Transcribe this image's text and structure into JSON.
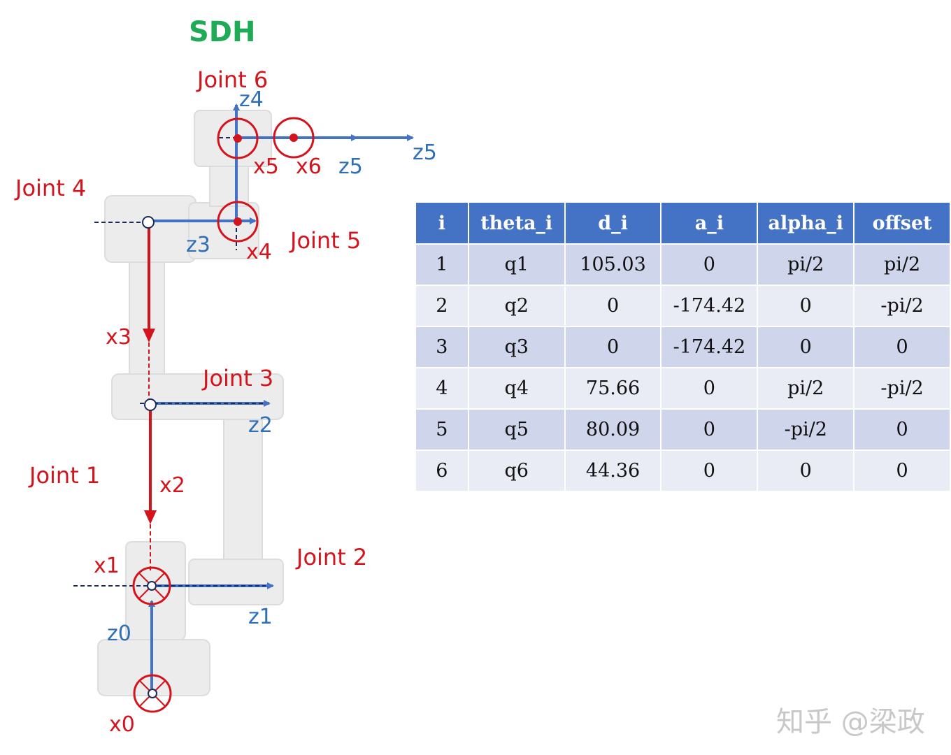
{
  "title": "SDH",
  "joint_labels": {
    "j1": "Joint 1",
    "j2": "Joint 2",
    "j3": "Joint 3",
    "j4": "Joint 4",
    "j5": "Joint 5",
    "j6": "Joint 6"
  },
  "axis_labels": {
    "x0": "x0",
    "x1": "x1",
    "x2": "x2",
    "x3": "x3",
    "x4": "x4",
    "x5": "x5",
    "x6": "x6",
    "z0": "z0",
    "z1": "z1",
    "z2": "z2",
    "z3": "z3",
    "z4": "z4",
    "z5a": "z5",
    "z5b": "z5"
  },
  "table": {
    "headers": [
      "i",
      "theta_i",
      "d_i",
      "a_i",
      "alpha_i",
      "offset"
    ],
    "rows": [
      [
        "1",
        "q1",
        "105.03",
        "0",
        "pi/2",
        "pi/2"
      ],
      [
        "2",
        "q2",
        "0",
        "-174.42",
        "0",
        "-pi/2"
      ],
      [
        "3",
        "q3",
        "0",
        "-174.42",
        "0",
        "0"
      ],
      [
        "4",
        "q4",
        "75.66",
        "0",
        "pi/2",
        "-pi/2"
      ],
      [
        "5",
        "q5",
        "80.09",
        "0",
        "-pi/2",
        "0"
      ],
      [
        "6",
        "q6",
        "44.36",
        "0",
        "0",
        "0"
      ]
    ]
  },
  "watermark": "知乎 @梁政",
  "colors": {
    "red": "#d4141c",
    "blue": "#4472c4",
    "green": "#1faa55"
  }
}
